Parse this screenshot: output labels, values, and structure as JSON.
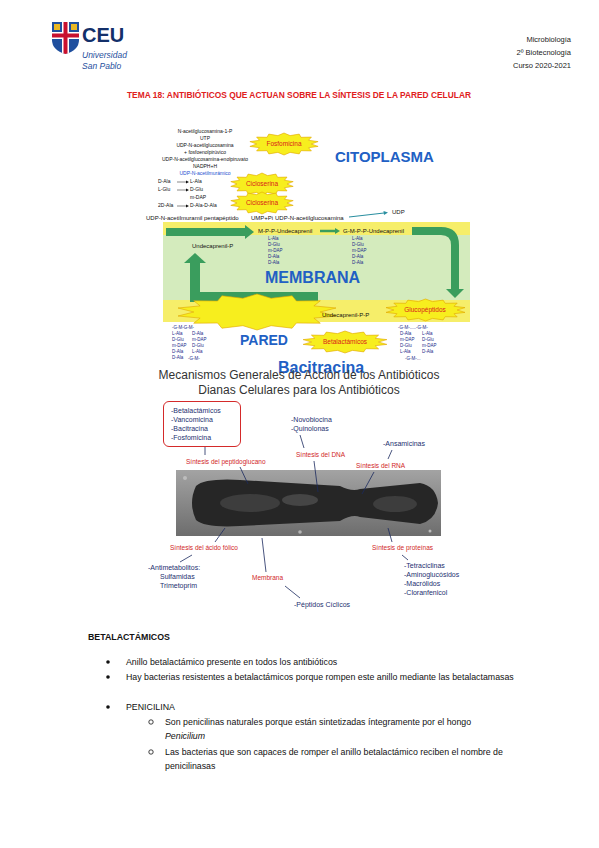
{
  "diagram": {
    "title": "TEMA 18: ANTIBIÓTICOS QUE ACTUAN SOBRE LA SÍNTESIS DE LA PARED CELULAR",
    "nodes": [
      {
        "text": [
          "Fosfomicina"
        ]
      },
      {
        "text": [
          "Cicloserina"
        ]
      },
      {
        "text": [
          "Cicloserina"
        ]
      },
      {
        "text": [
          "MEMBRANA"
        ]
      },
      {
        "text": [
          "Bacitracina"
        ],
        "in": 3
      },
      {
        "text": [
          "Glucopéptidos"
        ]
      },
      {
        "text": [
          "Betalactámicos"
        ]
      },
      {
        "text": [
          "-Betalactámicos",
          "-Vancomicina",
          "-Bacitracina",
          "-Fosfomicina"
        ]
      }
    ],
    "labels": [
      "CEU",
      "Universidad",
      "San Pablo",
      "Microbiología",
      "2º Biotecnología",
      "Curso 2020-2021",
      "N-acetilglucosamina-1-P",
      "UTP",
      "UDP-N-acetilglucosamina",
      "+ fosfoenolpirúvico",
      "UDP-N-acetilglucosamina-enolpiruvato",
      "NADPH+H",
      "UDP-N-acetilmurámico",
      "D-Ala",
      "L-Ala",
      "L-Glu",
      "D-Glu",
      "m-DAP",
      "2D-Ala",
      "D-Ala-D-Ala",
      "UDP-N-acetilmuramil pentapéptido",
      "UMP+Pi",
      "UDP-N-acetilglucosamina",
      "UDP",
      "CITOPLASMA",
      "M-P-P-Undecaprenil",
      "G-M-P-P-Undecaprenil",
      "L-Ala",
      "D-Glu",
      "m-DAP",
      "D-Ala",
      "D-Ala",
      "L-Ala",
      "D-Glu",
      "m-DAP",
      "D-Ala",
      "D-Ala",
      "Undecaprenil-P",
      "Undecaprenil-P-P",
      "-G-M-G-M-",
      "L-Ala",
      "D-Glu",
      "m-DAP",
      "D-Ala",
      "D-Ala",
      "D-Ala",
      "m-DAP",
      "D-Glu",
      "L-Ala",
      "-G-M-",
      "PARED",
      "-G-M-.....-G-M-",
      "D-Ala",
      "m-DAP",
      "D-Glu",
      "L-Ala",
      "L-Ala",
      "D-Glu",
      "m-DAP",
      "D-Ala",
      "-G-M-...",
      "Mecanismos Generales de Acción de los Antibióticos",
      "Dianas Celulares para los Antibióticos",
      "Síntesis del peptidoglucano",
      "-Novobiocina",
      "-Quinolonas",
      "Síntesis del DNA",
      "-Ansamicinas",
      "Síntesis del RNA",
      "Síntesis del ácido fólico",
      "-Antimetabolitos:",
      "Sulfamidas",
      "Trimetoprim",
      "Membrana",
      "-Péptidos Cíclicos",
      "Síntesis de proteínas",
      "-Tetraciclinas",
      "-Aminoglucósidos",
      "-Macrólidos",
      "-Cloranfenicol",
      "BETALACTÁMICOS",
      "Anillo betalactámico presente en todos los antibióticos",
      "Hay bacterias resistentes a betalactámicos porque rompen este anillo mediante las betalactamasas",
      "PENICILINA",
      "Son penicilinas naturales porque están sintetizadas íntegramente por el hongo",
      "Penicilium",
      "Las bacterias que son capaces de romper el anillo betalactámico reciben el nombre de penicilinasas"
    ]
  }
}
